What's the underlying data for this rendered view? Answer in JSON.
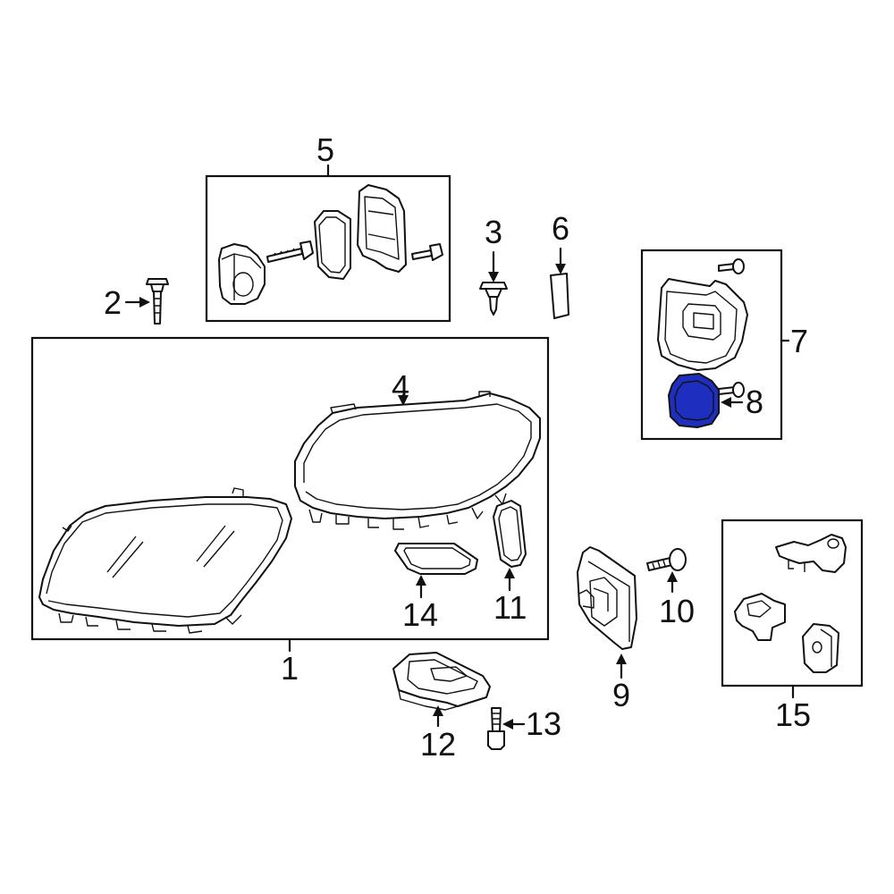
{
  "callouts": {
    "c1": "1",
    "c2": "2",
    "c3": "3",
    "c4": "4",
    "c5": "5",
    "c6": "6",
    "c7": "7",
    "c8": "8",
    "c9": "9",
    "c10": "10",
    "c11": "11",
    "c12": "12",
    "c13": "13",
    "c14": "14",
    "c15": "15"
  },
  "highlight_color": "#1e2fbf",
  "highlighted_part": "8"
}
